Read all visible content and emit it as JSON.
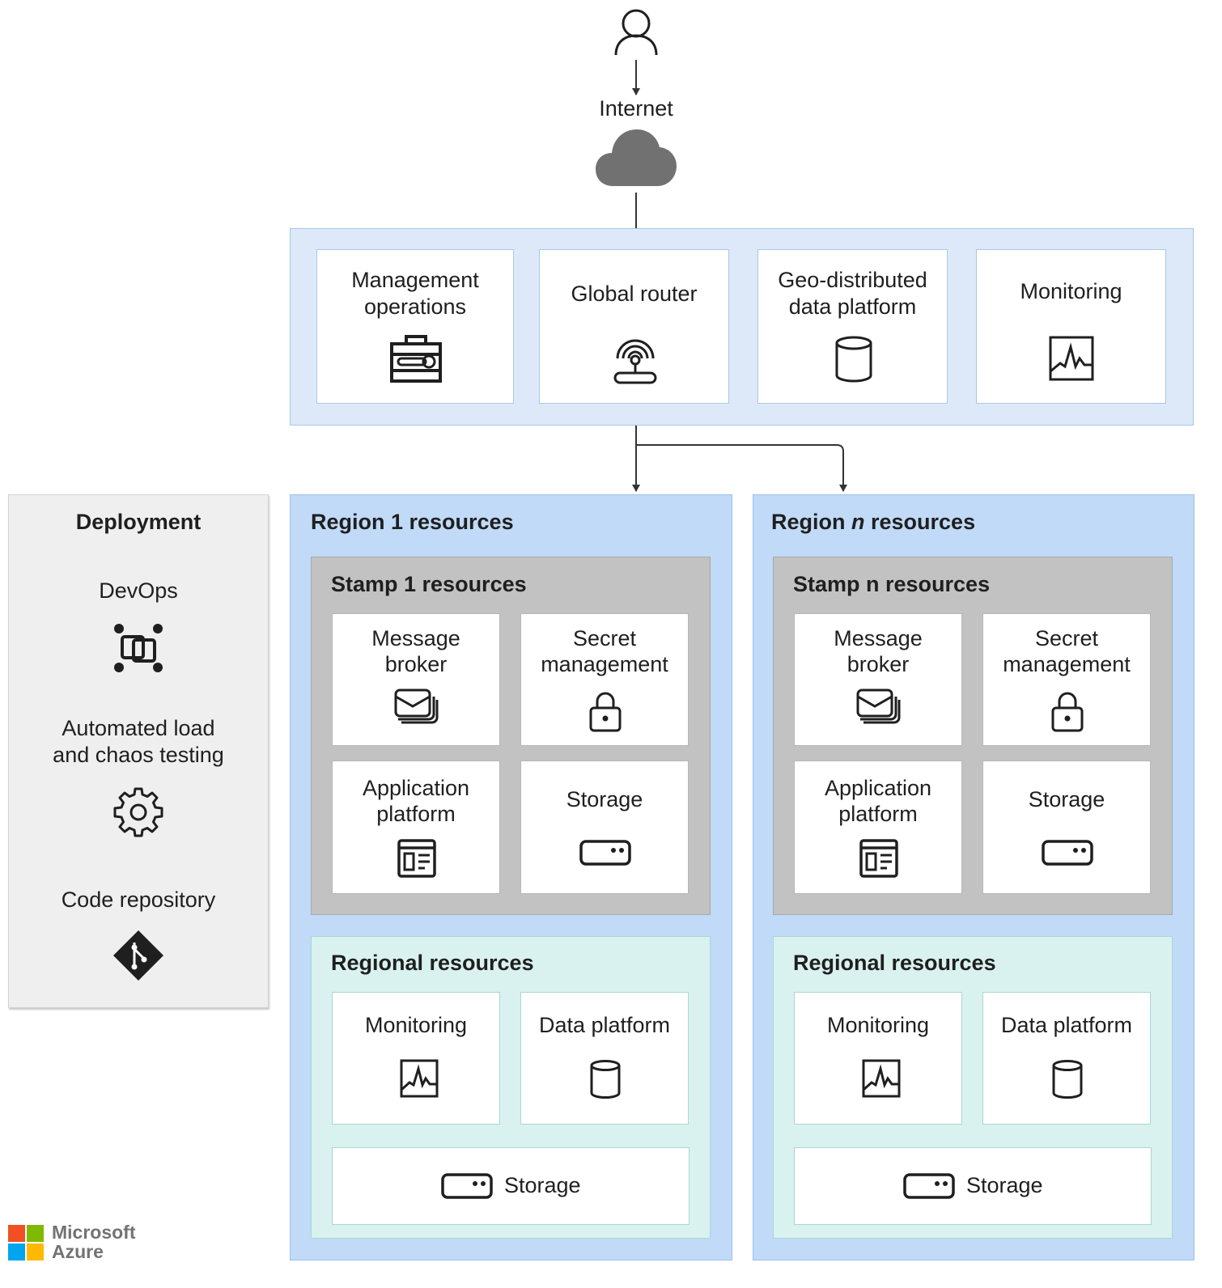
{
  "internet": {
    "label": "Internet"
  },
  "global": {
    "management": "Management\noperations",
    "router": "Global router",
    "geo_data": "Geo-distributed\ndata platform",
    "monitoring": "Monitoring"
  },
  "deployment": {
    "title": "Deployment",
    "devops": "DevOps",
    "testing": "Automated load\nand chaos testing",
    "repo": "Code repository"
  },
  "region1": {
    "title_a": "Region 1 resources",
    "stamp": {
      "title": "Stamp 1 resources",
      "message_broker": "Message\nbroker",
      "secret_management": "Secret\nmanagement",
      "application_platform": "Application\nplatform",
      "storage": "Storage"
    },
    "regional": {
      "title": "Regional resources",
      "monitoring": "Monitoring",
      "data_platform": "Data platform",
      "storage": "Storage"
    }
  },
  "regionn": {
    "title_a": "Region ",
    "title_n": "n",
    "title_b": " resources",
    "stamp": {
      "title": "Stamp n resources",
      "message_broker": "Message\nbroker",
      "secret_management": "Secret\nmanagement",
      "application_platform": "Application\nplatform",
      "storage": "Storage"
    },
    "regional": {
      "title": "Regional resources",
      "monitoring": "Monitoring",
      "data_platform": "Data platform",
      "storage": "Storage"
    }
  },
  "logo": {
    "line1": "Microsoft",
    "line2": "Azure"
  },
  "colors": {
    "global_bg": "#dde9f8",
    "region_bg": "#c0daf8",
    "stamp_bg": "#c2c2c2",
    "regional_bg": "#d9f2ef",
    "deployment_bg": "#efefef"
  }
}
